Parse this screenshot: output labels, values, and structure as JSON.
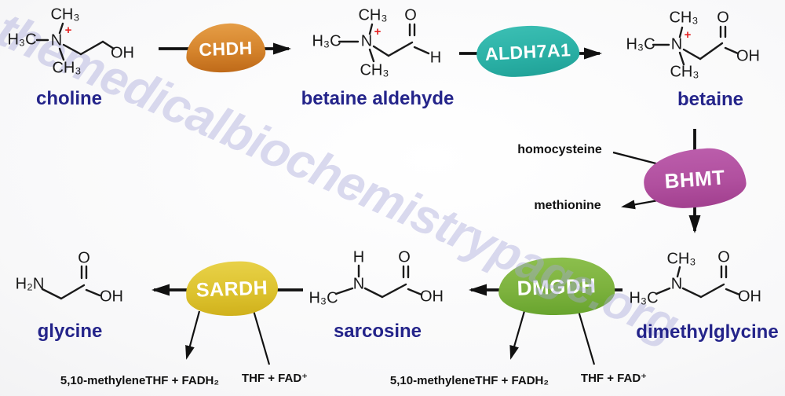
{
  "watermark": {
    "text": "themedicalbiochemistrypage.org",
    "color": "#a8a8d8"
  },
  "enzymes": {
    "chdh": {
      "label": "CHDH",
      "color": "#d5842c"
    },
    "aldh7a1": {
      "label": "ALDH7A1",
      "color": "#2bb1a6"
    },
    "bhmt": {
      "label": "BHMT",
      "color": "#b1509f"
    },
    "dmgdh": {
      "label": "DMGDH",
      "color": "#7db23e"
    },
    "sardh": {
      "label": "SARDH",
      "color": "#ddc32f"
    }
  },
  "molecules": {
    "choline": {
      "label": "choline",
      "n": "N",
      "plus": "+",
      "ch3_top": "CH₃",
      "h3c": "H₃C",
      "ch3_bottom": "CH₃",
      "oh": "OH"
    },
    "betaine_aldehyde": {
      "label": "betaine aldehyde",
      "n": "N",
      "plus": "+",
      "ch3_top": "CH₃",
      "h3c": "H₃C",
      "ch3_bottom": "CH₃",
      "o": "O",
      "h": "H"
    },
    "betaine": {
      "label": "betaine",
      "n": "N",
      "plus": "+",
      "ch3_top": "CH₃",
      "h3c": "H₃C",
      "ch3_bottom": "CH₃",
      "o": "O",
      "oh": "OH"
    },
    "dimethylglycine": {
      "label": "dimethylglycine",
      "n": "N",
      "ch3_top": "CH₃",
      "h3c": "H₃C",
      "o": "O",
      "oh": "OH"
    },
    "sarcosine": {
      "label": "sarcosine",
      "n": "N",
      "h_top": "H",
      "h3c": "H₃C",
      "o": "O",
      "oh": "OH"
    },
    "glycine": {
      "label": "glycine",
      "h2n": "H₂N",
      "o": "O",
      "oh": "OH"
    }
  },
  "side_reactions": {
    "bhmt_in": "homocysteine",
    "bhmt_out": "methionine",
    "sardh_out": "5,10-methyleneTHF + FADH₂",
    "sardh_in": "THF + FAD⁺",
    "dmgdh_out": "5,10-methyleneTHF + FADH₂",
    "dmgdh_in": "THF + FAD⁺"
  },
  "style_colors": {
    "compound_label": "#24248a",
    "structure": "#1a1a1a",
    "charge_plus": "#e32222",
    "arrow": "#111111"
  }
}
